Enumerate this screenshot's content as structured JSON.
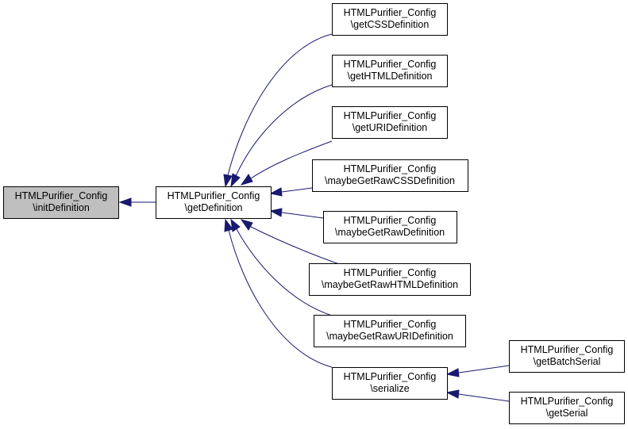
{
  "colors": {
    "edge": "#191970",
    "node_fill": "#ffffff",
    "focus_fill": "#bfbfbf",
    "border": "#000000"
  },
  "nodes": {
    "initDefinition": {
      "line1": "HTMLPurifier_Config",
      "line2": "\\initDefinition"
    },
    "getDefinition": {
      "line1": "HTMLPurifier_Config",
      "line2": "\\getDefinition"
    },
    "getCSSDefinition": {
      "line1": "HTMLPurifier_Config",
      "line2": "\\getCSSDefinition"
    },
    "getHTMLDefinition": {
      "line1": "HTMLPurifier_Config",
      "line2": "\\getHTMLDefinition"
    },
    "getURIDefinition": {
      "line1": "HTMLPurifier_Config",
      "line2": "\\getURIDefinition"
    },
    "maybeGetRawCSSDefinition": {
      "line1": "HTMLPurifier_Config",
      "line2": "\\maybeGetRawCSSDefinition"
    },
    "maybeGetRawDefinition": {
      "line1": "HTMLPurifier_Config",
      "line2": "\\maybeGetRawDefinition"
    },
    "maybeGetRawHTMLDefinition": {
      "line1": "HTMLPurifier_Config",
      "line2": "\\maybeGetRawHTMLDefinition"
    },
    "maybeGetRawURIDefinition": {
      "line1": "HTMLPurifier_Config",
      "line2": "\\maybeGetRawURIDefinition"
    },
    "serialize": {
      "line1": "HTMLPurifier_Config",
      "line2": "\\serialize"
    },
    "getBatchSerial": {
      "line1": "HTMLPurifier_Config",
      "line2": "\\getBatchSerial"
    },
    "getSerial": {
      "line1": "HTMLPurifier_Config",
      "line2": "\\getSerial"
    }
  },
  "edges": [
    {
      "from": "getDefinition",
      "to": "initDefinition"
    },
    {
      "from": "getCSSDefinition",
      "to": "getDefinition"
    },
    {
      "from": "getHTMLDefinition",
      "to": "getDefinition"
    },
    {
      "from": "getURIDefinition",
      "to": "getDefinition"
    },
    {
      "from": "maybeGetRawCSSDefinition",
      "to": "getDefinition"
    },
    {
      "from": "maybeGetRawDefinition",
      "to": "getDefinition"
    },
    {
      "from": "maybeGetRawHTMLDefinition",
      "to": "getDefinition"
    },
    {
      "from": "maybeGetRawURIDefinition",
      "to": "getDefinition"
    },
    {
      "from": "serialize",
      "to": "getDefinition"
    },
    {
      "from": "getBatchSerial",
      "to": "serialize"
    },
    {
      "from": "getSerial",
      "to": "serialize"
    }
  ]
}
